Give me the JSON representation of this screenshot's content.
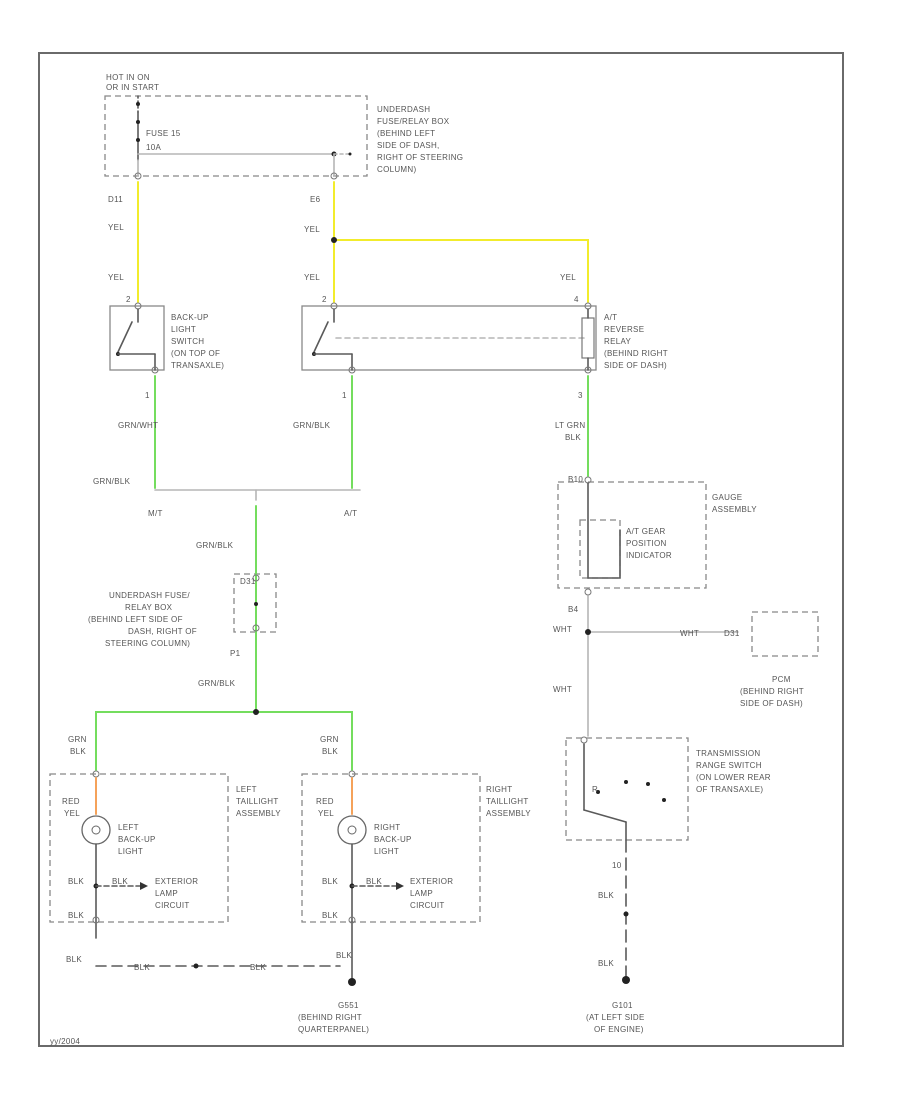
{
  "labels": {
    "hot_in_on": "HOT IN ON",
    "or_in_start": "OR IN START",
    "fuse_15": "FUSE 15",
    "fuse_15_amp": "10A",
    "uh_box_1": "UNDERDASH",
    "uh_box_2": "FUSE/RELAY BOX",
    "uh_box_3": "(BEHIND LEFT",
    "uh_box_4": "SIDE OF DASH,",
    "uh_box_5": "RIGHT OF STEERING",
    "uh_box_6": "COLUMN)",
    "pin_d11": "D11",
    "pin_e6": "E6",
    "yel_1": "YEL",
    "yel_2": "YEL",
    "yel_3": "YEL",
    "yel_4": "YEL",
    "yel_5": "YEL",
    "pin_2_left": "2",
    "pin_2_mid": "2",
    "pin_4_relay": "4",
    "bus_1": "BACK-UP",
    "bus_2": "LIGHT",
    "bus_3": "SWITCH",
    "bus_4": "(ON TOP OF",
    "bus_5": "TRANSAXLE)",
    "atr_1": "A/T",
    "atr_2": "REVERSE",
    "atr_3": "RELAY",
    "atr_4": "(BEHIND RIGHT",
    "atr_5": "SIDE OF DASH)",
    "pin_1_left": "1",
    "pin_1_mid": "1",
    "pin_3_relay": "3",
    "grnwht": "GRN/WHT",
    "grnblk_mid": "GRN/BLK",
    "ltgrn_1": "LT GRN",
    "ltgrn_2": "BLK",
    "grnblk_splice": "GRN/BLK",
    "mt": "M/T",
    "at": "A/T",
    "grnblk_down": "GRN/BLK",
    "b10": "B10",
    "gauge_1": "GAUGE",
    "gauge_2": "ASSEMBLY",
    "atgp_1": "A/T GEAR",
    "atgp_2": "POSITION",
    "atgp_3": "INDICATOR",
    "b4": "B4",
    "wht_1": "WHT",
    "wht_2": "WHT",
    "wht_3": "WHT",
    "d31": "D31",
    "ub2_1": "UNDERDASH FUSE/",
    "ub2_2": "RELAY BOX",
    "ub2_3": "(BEHIND LEFT SIDE OF",
    "ub2_4": "DASH, RIGHT OF",
    "ub2_5": "STEERING COLUMN)",
    "p1": "P1",
    "grnblk_lower": "GRN/BLK",
    "pcm_1": "PCM",
    "pcm_2": "(BEHIND RIGHT",
    "pcm_3": "SIDE OF DASH)",
    "grn_l": "GRN",
    "blk_l": "BLK",
    "grn_r": "GRN",
    "blk_r": "BLK",
    "tr_1": "TRANSMISSION",
    "tr_2": "RANGE SWITCH",
    "tr_3": "(ON LOWER REAR",
    "tr_4": "OF TRANSAXLE)",
    "lta_1": "LEFT",
    "lta_2": "TAILLIGHT",
    "lta_3": "ASSEMBLY",
    "rta_1": "RIGHT",
    "rta_2": "TAILLIGHT",
    "rta_3": "ASSEMBLY",
    "red_l": "RED",
    "yel_l": "YEL",
    "red_r": "RED",
    "yel_r": "YEL",
    "lbl_1": "LEFT",
    "lbl_2": "BACK-UP",
    "lbl_3": "LIGHT",
    "rbl_1": "RIGHT",
    "rbl_2": "BACK-UP",
    "rbl_3": "LIGHT",
    "r_gear": "R",
    "ten": "10",
    "blk_a": "BLK",
    "blk_b": "BLK",
    "blk_c": "BLK",
    "blk_d": "BLK",
    "blk_e": "BLK",
    "blk_f": "BLK",
    "blk_g": "BLK",
    "blk_h": "BLK",
    "blk_i": "BLK",
    "blk_j": "BLK",
    "ext_l_1": "EXTERIOR",
    "ext_l_2": "LAMP",
    "ext_l_3": "CIRCUIT",
    "ext_r_1": "EXTERIOR",
    "ext_r_2": "LAMP",
    "ext_r_3": "CIRCUIT",
    "g551_1": "G551",
    "g551_2": "(BEHIND RIGHT",
    "g551_3": "QUARTERPANEL)",
    "g101_1": "G101",
    "g101_2": "(AT LEFT SIDE",
    "g101_3": "OF ENGINE)",
    "code": "yy/2004"
  }
}
